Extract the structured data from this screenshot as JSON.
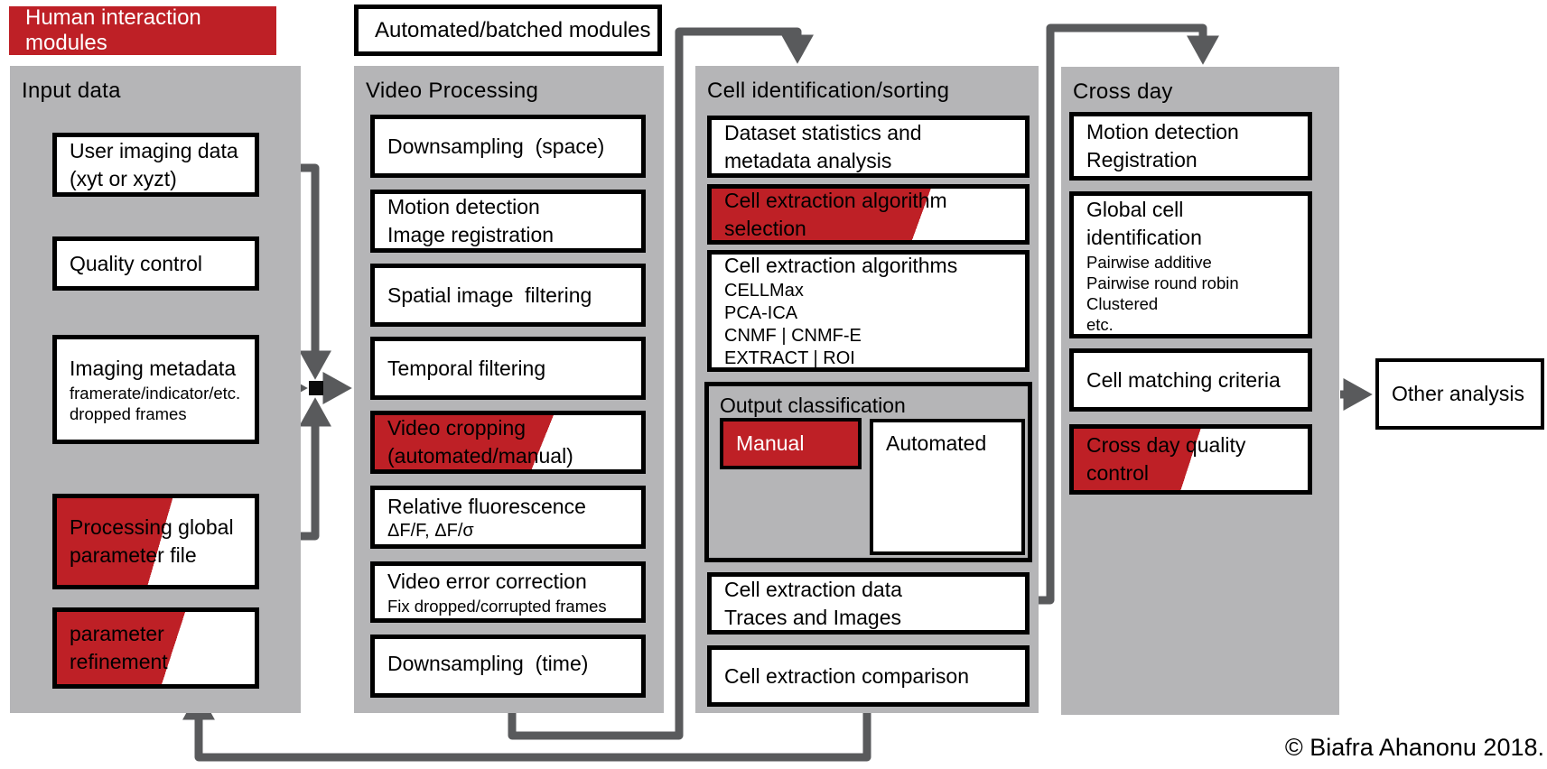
{
  "header": {
    "human_label": "Human interaction modules",
    "automated_label": "Automated/batched modules"
  },
  "columns": [
    {
      "title": "Input data",
      "boxes": [
        {
          "line1": "User imaging data",
          "line2": "(xyt or xyzt)"
        },
        {
          "line1": "Quality control"
        },
        {
          "line1": "Imaging metadata",
          "subs": [
            "framerate/indicator/etc.",
            "dropped frames"
          ]
        },
        {
          "line1": "Processing global",
          "line2": "parameter file"
        },
        {
          "line1": "parameter",
          "line2": "refinement"
        }
      ]
    },
    {
      "title": "Video Processing",
      "boxes": [
        {
          "line1": "Downsampling  (space)"
        },
        {
          "line1": "Motion detection",
          "line2": "Image registration"
        },
        {
          "line1": "Spatial image  filtering"
        },
        {
          "line1": "Temporal filtering"
        },
        {
          "line1": "Video cropping",
          "line2": "(automated/manual)"
        },
        {
          "line1": "Relative fluorescence",
          "subs": [
            "ΔF/F, ΔF/σ"
          ]
        },
        {
          "line1": "Video error correction",
          "subs": [
            "Fix dropped/corrupted frames"
          ]
        },
        {
          "line1": "Downsampling  (time)"
        }
      ]
    },
    {
      "title": "Cell identification/sorting",
      "boxes": [
        {
          "line1": "Dataset statistics and",
          "line2": "metadata analysis"
        },
        {
          "line1": "Cell extraction algorithm",
          "line2": "selection"
        },
        {
          "line1": "Cell extraction algorithms",
          "subs": [
            "CELLMax",
            "PCA-ICA",
            "CNMF | CNMF-E",
            "EXTRACT | ROI"
          ]
        },
        {
          "line1": "Output classification",
          "manual": "Manual",
          "automated": "Automated"
        },
        {
          "line1": "Cell extraction data",
          "line2": "Traces and Images"
        },
        {
          "line1": "Cell extraction comparison"
        }
      ]
    },
    {
      "title": "Cross day",
      "boxes": [
        {
          "line1": "Motion detection",
          "line2": "Registration"
        },
        {
          "line1": "Global cell",
          "line2": "identification",
          "subs": [
            "Pairwise additive",
            "Pairwise round robin",
            "Clustered",
            "etc."
          ]
        },
        {
          "line1": "Cell matching criteria"
        },
        {
          "line1": "Cross day quality",
          "line2": "control"
        }
      ]
    }
  ],
  "other_analysis": "Other analysis",
  "copyright": "© Biafra Ahanonu 2018.",
  "colors": {
    "red": "#be2026",
    "column_gray": "#b5b5b7",
    "arrow_gray": "#595a5c",
    "box_border": "#000000"
  }
}
